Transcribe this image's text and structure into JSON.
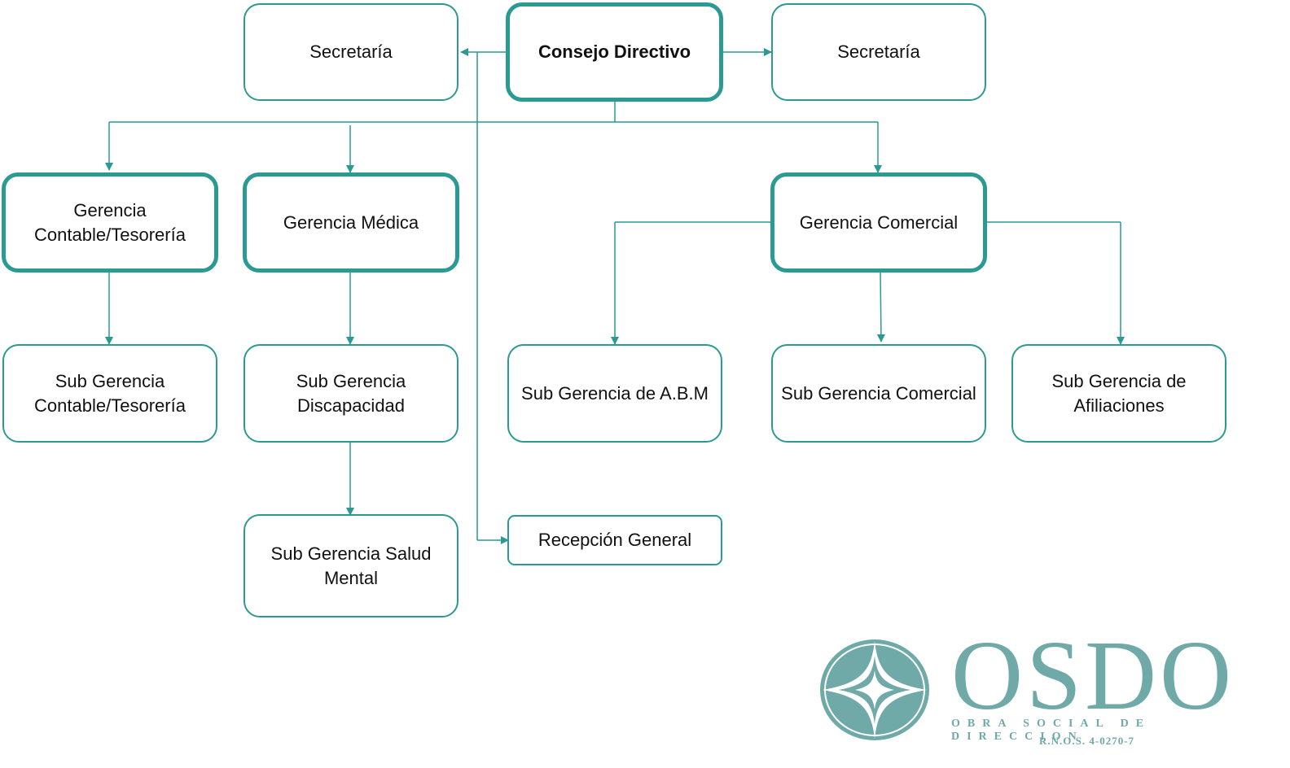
{
  "nodes": {
    "secretaria_left": "Secretaría",
    "consejo": "Consejo Directivo",
    "secretaria_right": "Secretaría",
    "gerencia_contable": "Gerencia Contable/Tesorería",
    "gerencia_medica": "Gerencia Médica",
    "gerencia_comercial": "Gerencia Comercial",
    "sub_contable": "Sub Gerencia Contable/Tesorería",
    "sub_discapacidad": "Sub Gerencia Discapacidad",
    "sub_abm": "Sub Gerencia de A.B.M",
    "sub_comercial": "Sub Gerencia Comercial",
    "sub_afiliaciones": "Sub Gerencia de Afiliaciones",
    "sub_salud_mental": "Sub Gerencia Salud Mental",
    "recepcion": "Recepción General"
  },
  "logo": {
    "name": "OSDO",
    "subtitle": "OBRA SOCIAL DE DIRECCION",
    "registration": "R.N.O.S. 4-0270-7",
    "color": "#6fa9a8"
  },
  "colors": {
    "accent": "#2b9a92"
  }
}
